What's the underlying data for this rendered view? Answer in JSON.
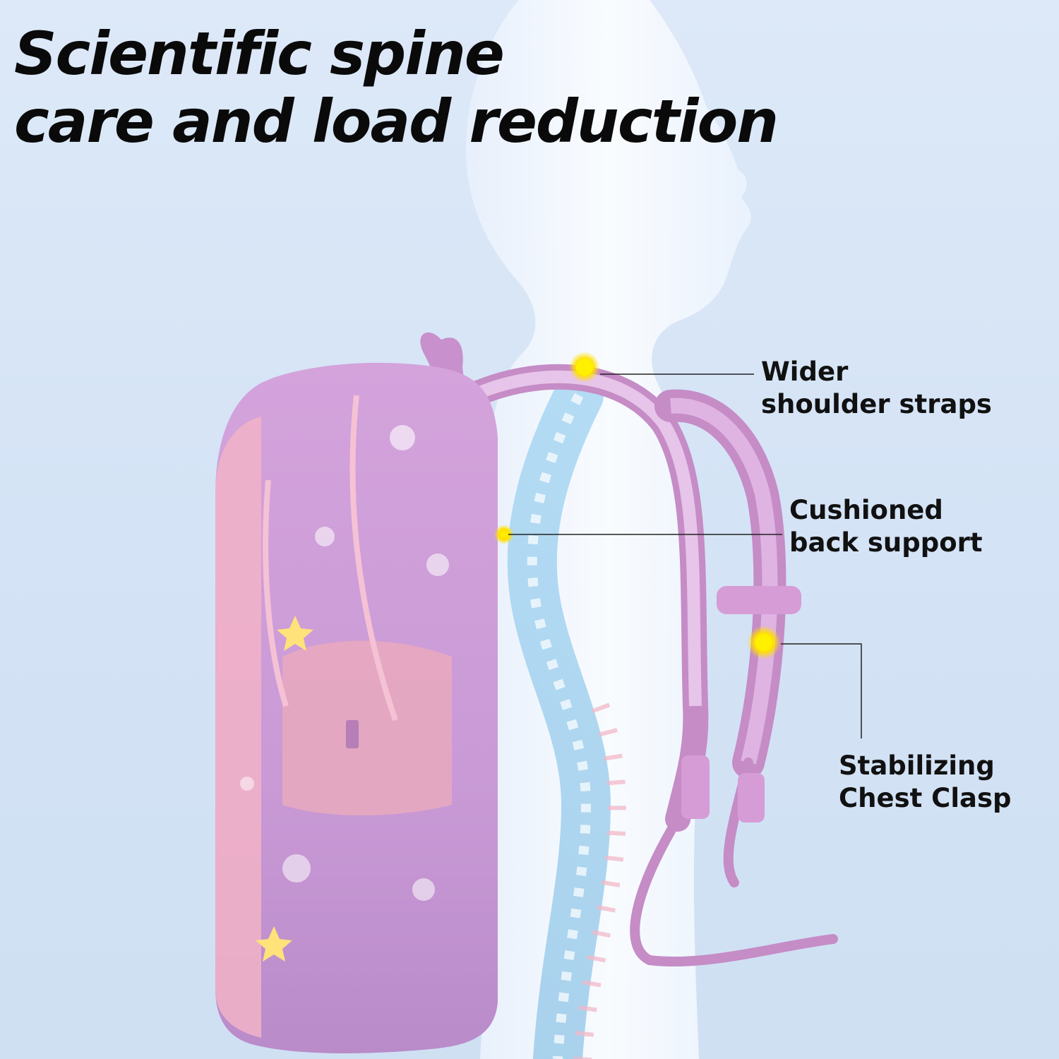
{
  "headline": {
    "line1": "Scientific spine",
    "line2": "care and load reduction"
  },
  "callouts": {
    "straps": {
      "line1": "Wider",
      "line2": "shoulder straps"
    },
    "back": {
      "line1": "Cushioned",
      "line2": "back support"
    },
    "clasp": {
      "line1": "Stabilizing",
      "line2": "Chest Clasp"
    }
  },
  "colors": {
    "background": "#d6e4f6",
    "silhouette": "#f4f8ff",
    "spine": "#9fd0f0",
    "backpack": "#d6a8dc",
    "strap": "#c98fc8",
    "marker": "#ffe000"
  }
}
